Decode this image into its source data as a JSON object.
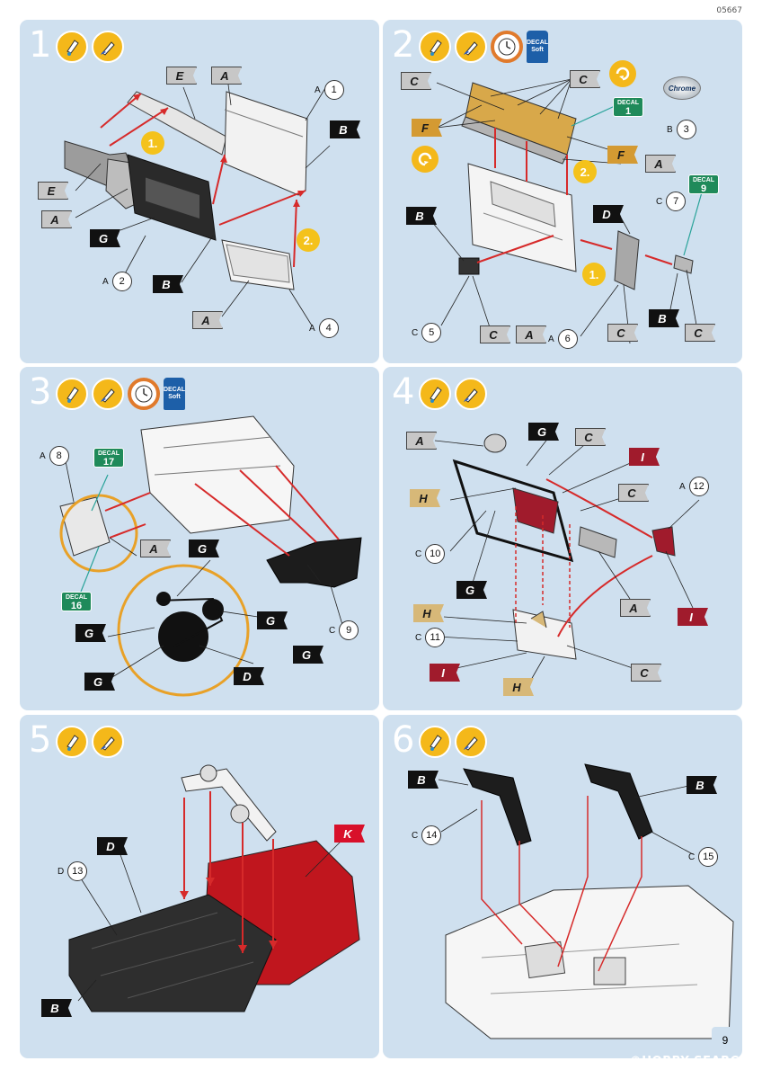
{
  "header": {
    "code": "05667"
  },
  "footer": {
    "page_number": "9",
    "watermark": "©HOBBY SEARCH"
  },
  "colors": {
    "panel_bg": "#cfe0ef",
    "glue_icon": "#f4b81a",
    "arrow": "#d62a2a",
    "guide_line": "#2aa39a",
    "tag_gray": "#c7c7c7",
    "tag_black": "#111111",
    "tag_gold": "#d49a32",
    "tag_tan": "#d7b878",
    "tag_maroon": "#a01b2c",
    "tag_red": "#d8102a"
  },
  "steps": [
    {
      "number": "1",
      "icons": [
        "glue-icon",
        "paint-icon"
      ],
      "tags": [
        "E",
        "A",
        "B",
        "E",
        "A",
        "G",
        "B",
        "A"
      ],
      "callouts": [
        {
          "tree": "A",
          "part": "1"
        },
        {
          "tree": "A",
          "part": "2"
        },
        {
          "tree": "A",
          "part": "4"
        }
      ],
      "order_marks": [
        "1.",
        "2."
      ]
    },
    {
      "number": "2",
      "icons": [
        "glue-icon",
        "paint-icon",
        "clock-icon",
        "decal-bottle-icon"
      ],
      "decal_bottle": {
        "line1": "DECAL",
        "line2": "Soft"
      },
      "chrome_label": "Chrome",
      "tags": [
        "C",
        "C",
        "F",
        "F",
        "A",
        "B",
        "D",
        "C",
        "C",
        "A",
        "B",
        "C"
      ],
      "decals": [
        {
          "label": "DECAL",
          "number": "1"
        },
        {
          "label": "DECAL",
          "number": "9"
        }
      ],
      "callouts": [
        {
          "tree": "B",
          "part": "3"
        },
        {
          "tree": "C",
          "part": "7"
        },
        {
          "tree": "C",
          "part": "5"
        },
        {
          "tree": "A",
          "part": "6"
        }
      ],
      "order_marks": [
        "2.",
        "1."
      ]
    },
    {
      "number": "3",
      "icons": [
        "glue-icon",
        "paint-icon",
        "clock-icon",
        "decal-bottle-icon"
      ],
      "decal_bottle": {
        "line1": "DECAL",
        "line2": "Soft"
      },
      "tags": [
        "A",
        "G",
        "G",
        "G",
        "G",
        "D",
        "G"
      ],
      "decals": [
        {
          "label": "DECAL",
          "number": "17"
        },
        {
          "label": "DECAL",
          "number": "16"
        }
      ],
      "callouts": [
        {
          "tree": "A",
          "part": "8"
        },
        {
          "tree": "C",
          "part": "9"
        }
      ]
    },
    {
      "number": "4",
      "icons": [
        "glue-icon",
        "paint-icon"
      ],
      "tags": [
        "A",
        "G",
        "C",
        "I",
        "H",
        "C",
        "G",
        "A",
        "I",
        "H",
        "I",
        "C",
        "H"
      ],
      "callouts": [
        {
          "tree": "A",
          "part": "12"
        },
        {
          "tree": "C",
          "part": "10"
        },
        {
          "tree": "C",
          "part": "11"
        }
      ]
    },
    {
      "number": "5",
      "icons": [
        "glue-icon",
        "paint-icon"
      ],
      "tags": [
        "D",
        "K",
        "B"
      ],
      "callouts": [
        {
          "tree": "D",
          "part": "13"
        }
      ]
    },
    {
      "number": "6",
      "icons": [
        "glue-icon",
        "paint-icon"
      ],
      "tags": [
        "B",
        "B"
      ],
      "callouts": [
        {
          "tree": "C",
          "part": "14"
        },
        {
          "tree": "C",
          "part": "15"
        }
      ]
    }
  ]
}
